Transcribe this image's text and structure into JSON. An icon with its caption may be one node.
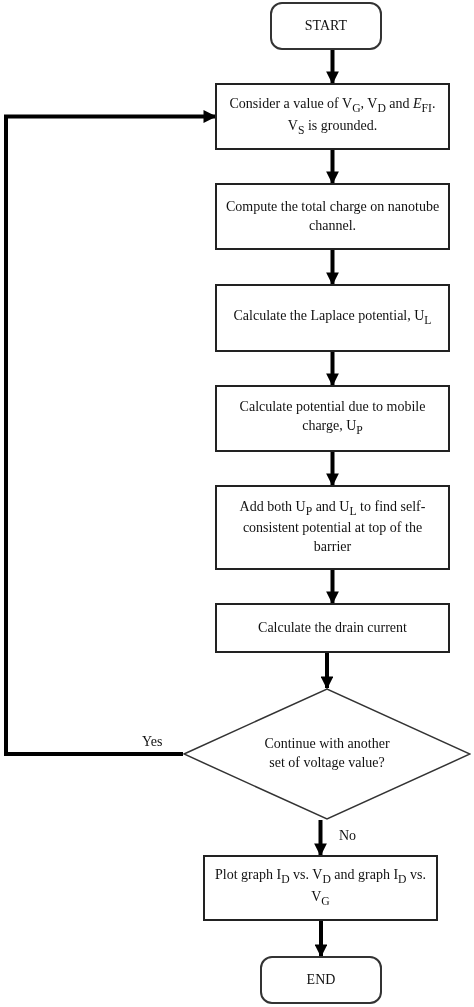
{
  "diagram": {
    "nodes": [
      {
        "text": [
          "START"
        ]
      },
      {
        "text": [
          "Consider a value of V$_{G}$, V$_{D}$ and *E*$_{FI}$. V$_{S}$ is grounded."
        ]
      },
      {
        "text": [
          "Compute the total charge on nanotube channel."
        ]
      },
      {
        "text": [
          "Calculate the Laplace potential, U$_{L}$"
        ]
      },
      {
        "text": [
          "Calculate potential due to mobile charge, U$_{P}$"
        ]
      },
      {
        "text": [
          "Add both U$_{P}$ and U$_{L}$ to find self-consistent potential at top of the barrier"
        ]
      },
      {
        "text": [
          "Calculate the drain current"
        ]
      },
      {
        "text": [
          "Continue with another set of voltage value?"
        ]
      },
      {
        "text": [
          "Plot graph I$_{D}$ vs. V$_{D}$ and graph I$_{D}$ vs. V$_{G}$"
        ]
      },
      {
        "text": [
          "END"
        ]
      }
    ],
    "edges": [
      {
        "from": 0,
        "to": 1,
        "arrow": "to"
      },
      {
        "from": 1,
        "to": 2,
        "arrow": "to"
      },
      {
        "from": 2,
        "to": 3,
        "arrow": "to"
      },
      {
        "from": 3,
        "to": 4,
        "arrow": "to"
      },
      {
        "from": 4,
        "to": 5,
        "arrow": "to"
      },
      {
        "from": 5,
        "to": 6,
        "arrow": "to"
      },
      {
        "from": 6,
        "to": 7,
        "arrow": "to"
      },
      {
        "from": 7,
        "to": 1,
        "arrow": "to",
        "label": "Yes"
      },
      {
        "from": 7,
        "to": 8,
        "arrow": "to",
        "label": "No"
      },
      {
        "from": 8,
        "to": 9,
        "arrow": "to"
      }
    ]
  }
}
